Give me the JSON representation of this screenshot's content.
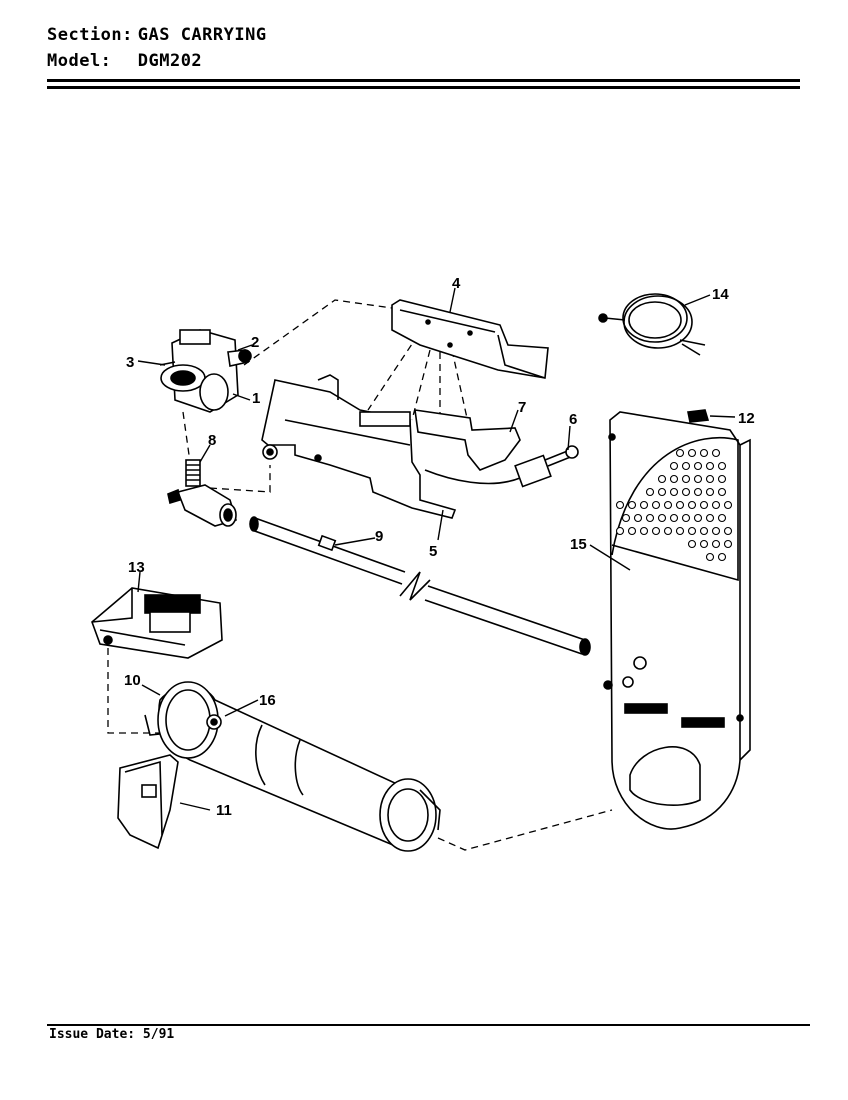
{
  "header": {
    "section_label": "Section:",
    "section_value": "GAS CARRYING",
    "model_label": "Model:",
    "model_value": "DGM202"
  },
  "footer": {
    "issue_label": "Issue Date:",
    "issue_value": "5/91"
  },
  "callouts": [
    "1",
    "2",
    "3",
    "4",
    "5",
    "6",
    "7",
    "8",
    "9",
    "10",
    "11",
    "12",
    "13",
    "14",
    "15",
    "16"
  ]
}
